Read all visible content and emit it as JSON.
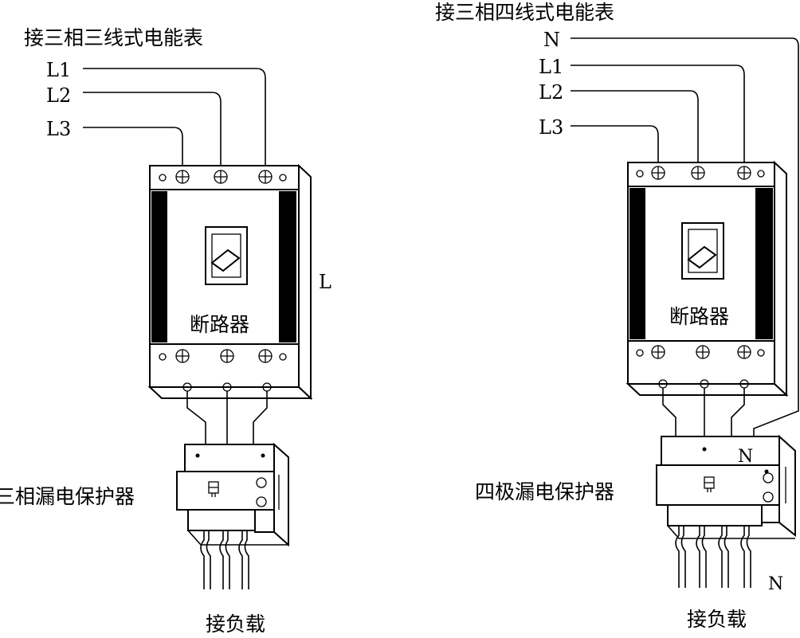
{
  "left": {
    "title": "接三相三线式电能表",
    "wires": [
      "L1",
      "L2",
      "L3"
    ],
    "breaker_label": "断路器",
    "side_label": "L",
    "protector_label": "三相漏电保护器",
    "load_label": "接负载"
  },
  "right": {
    "title": "接三相四线式电能表",
    "wires": [
      "N",
      "L1",
      "L2",
      "L3"
    ],
    "breaker_label": "断路器",
    "protector_label": "四极漏电保护器",
    "protector_n_label": "N",
    "bottom_n_label": "N",
    "load_label": "接负载"
  }
}
